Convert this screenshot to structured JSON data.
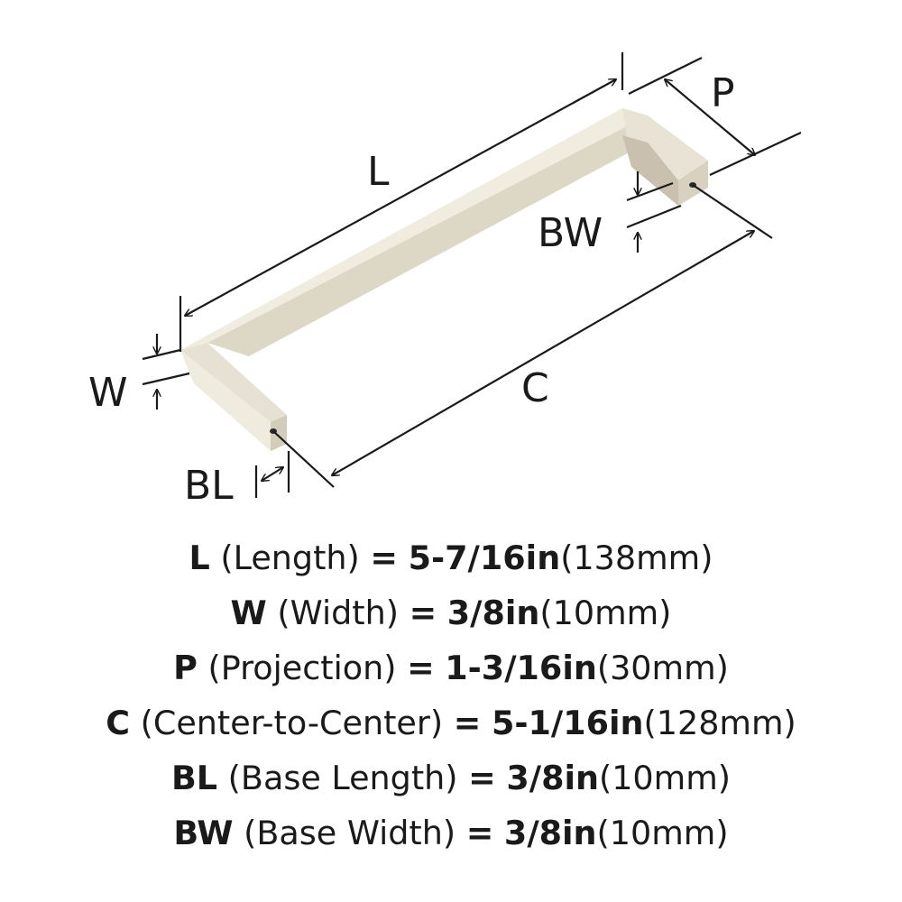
{
  "diagram": {
    "labels": {
      "L": "L",
      "P": "P",
      "BW": "BW",
      "W": "W",
      "C": "C",
      "BL": "BL"
    },
    "colors": {
      "finish_light": "#efeadd",
      "finish_mid": "#ddd7c6",
      "finish_dark": "#c4bca8",
      "line": "#1a1a1a"
    }
  },
  "specs": [
    {
      "code": "L",
      "name": "(Length)",
      "eq": "=",
      "imperial": "5-7/16in",
      "metric": "(138mm)"
    },
    {
      "code": "W",
      "name": "(Width)",
      "eq": "=",
      "imperial": "3/8in",
      "metric": "(10mm)"
    },
    {
      "code": "P",
      "name": "(Projection)",
      "eq": "=",
      "imperial": "1-3/16in",
      "metric": "(30mm)"
    },
    {
      "code": "C",
      "name": "(Center-to-Center)",
      "eq": "=",
      "imperial": "5-1/16in",
      "metric": "(128mm)"
    },
    {
      "code": "BL",
      "name": "(Base Length)",
      "eq": "=",
      "imperial": "3/8in",
      "metric": "(10mm)"
    },
    {
      "code": "BW",
      "name": "(Base Width)",
      "eq": "=",
      "imperial": "3/8in",
      "metric": "(10mm)"
    }
  ]
}
